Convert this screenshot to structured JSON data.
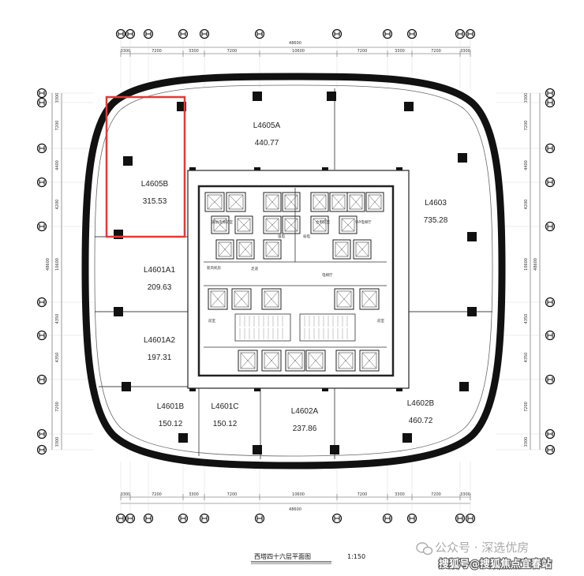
{
  "plan": {
    "units": [
      {
        "id": "L4605A",
        "area": "440.77"
      },
      {
        "id": "L4605B",
        "area": "315.53"
      },
      {
        "id": "L4603",
        "area": "735.28"
      },
      {
        "id": "L4601A1",
        "area": "209.63"
      },
      {
        "id": "L4601A2",
        "area": "197.31"
      },
      {
        "id": "L4601B",
        "area": "150.12"
      },
      {
        "id": "L4601C",
        "area": "150.12"
      },
      {
        "id": "L4602A",
        "area": "237.86"
      },
      {
        "id": "L4602B",
        "area": "460.72"
      }
    ],
    "highlight": {
      "unit": "L4605B",
      "color": "#e53935"
    },
    "horizontal_dims": [
      "3300",
      "7200",
      "3300",
      "7200",
      "10600",
      "7200",
      "3300",
      "7200",
      "3300"
    ],
    "horizontal_total": "48600",
    "vertical_dims": [
      "3300",
      "7200",
      "4400",
      "4200",
      "10600",
      "4350",
      "4350",
      "7200",
      "3300"
    ],
    "vertical_total": "48600",
    "core_labels": [
      "消防电梯前室",
      "合用前室",
      "VIP电梯厅",
      "电梯厅",
      "走道",
      "新风机房",
      "强电",
      "弱电",
      "前室",
      "前室"
    ],
    "caption": {
      "title": "西塔四十六层平面图",
      "scale": "1:150"
    },
    "watermark": {
      "line1": "公众号 · 深选优房",
      "line2": "搜狐号@搜狐焦点宜春站"
    }
  }
}
